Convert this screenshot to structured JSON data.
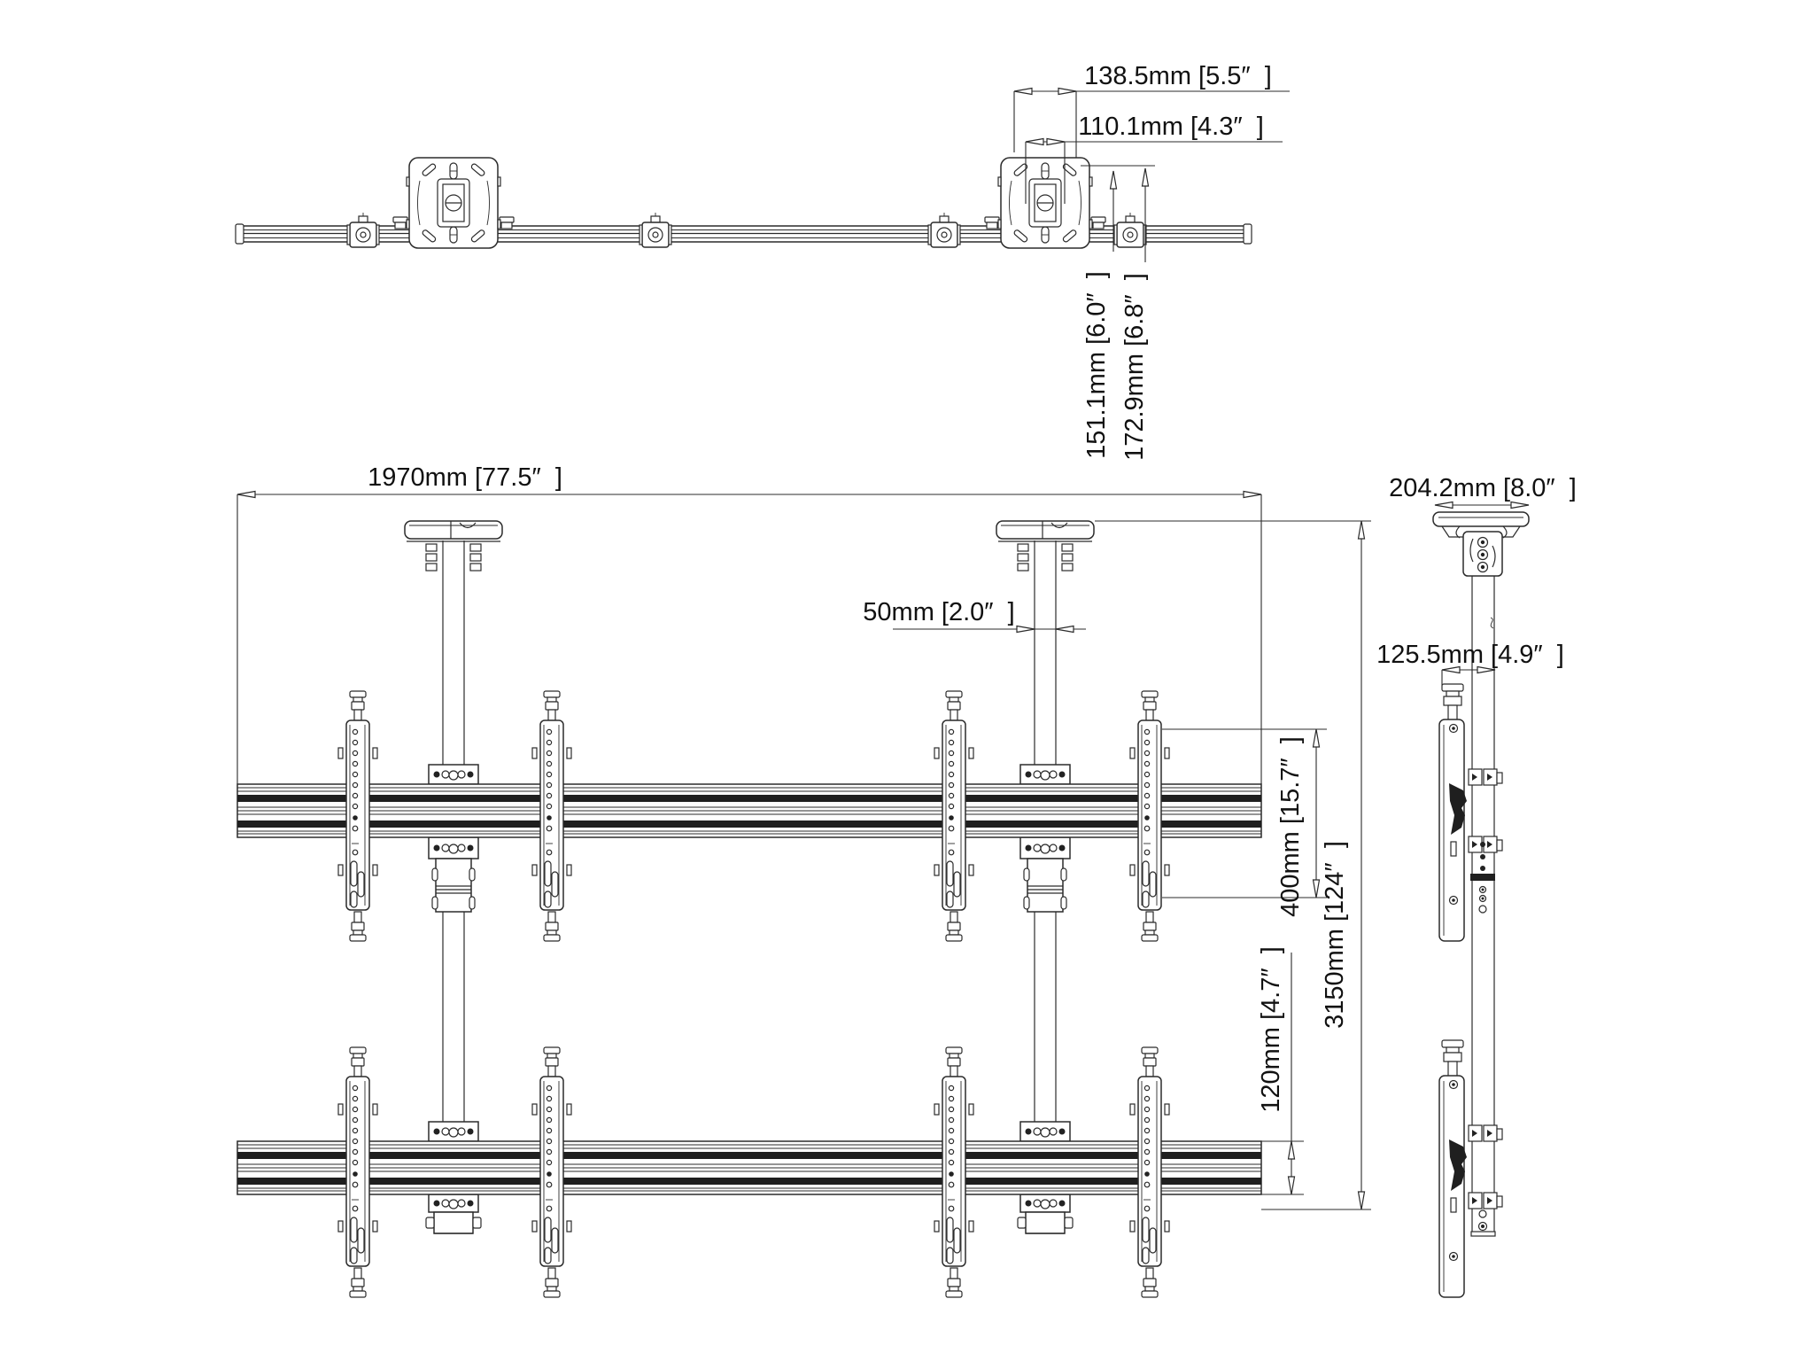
{
  "drawing": {
    "type": "ceiling-mount-video-wall-technical-drawing",
    "colors": {
      "background": "#ffffff",
      "line": "#2b2b2b",
      "dark_fill": "#1f1f1f",
      "text": "#111111"
    },
    "views": {
      "top_view": "top-view",
      "front_view": "front-view",
      "side_view": "side-view"
    },
    "dimensions": {
      "bolt_spacing_width": "138.5mm [5.5″  ]",
      "inner_hole_spacing": "110.1mm [4.3″  ]",
      "plate_depth_to_rail": "151.1mm [6.0″  ]",
      "plate_total_depth": "172.9mm [6.8″  ]",
      "rail_length": "1970mm [77.5″  ]",
      "pole_width": "50mm [2.0″  ]",
      "vesa_column_height": "400mm [15.7″  ]",
      "overall_height": "3150mm [124″  ]",
      "rail_profile_height": "120mm [4.7″  ]",
      "ceiling_plate_side_width": "204.2mm [8.0″  ]",
      "bracket_assembly_depth": "125.5mm [4.9″  ]"
    }
  }
}
